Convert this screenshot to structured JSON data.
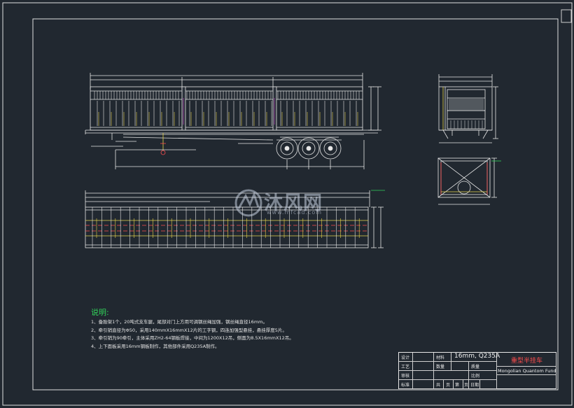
{
  "notes": {
    "title": "说明:",
    "lines": [
      "1、备胎架1个，20吨式支车腿，尾部对门上方用可调钢丝绳加强，钢丝绳直径16mm。",
      "2、牵引销直径为Φ50，采用140mmX16mmX12片的工字钢，四连加强型悬挂，悬挂厚度5片。",
      "3、牵引销为90牵引，主体采用ZH2-64钢板焊接，中间为1200X12吊，侧面为8.5X16mmX12吊。",
      "4、上下面板采用16mm钢板制作，其他部件采用Q235A制作。"
    ]
  },
  "title_block": {
    "design_label": "设计",
    "process_label": "工艺",
    "review_label": "审核",
    "std_label": "标准",
    "material_label": "材料",
    "material_value": "16mm, Q235A",
    "qty_label": "数量",
    "weight_label": "质量",
    "scale_label": "比例",
    "sheets": "共",
    "sheet_no": "第",
    "date_label": "日期",
    "page_word_1": "页",
    "page_word_2": "页",
    "drawing_name": "重型半挂车",
    "company": "Mongolian Quantom Fund"
  },
  "watermark": {
    "text": "沐风网",
    "url": "www.mfcad.com"
  },
  "colors": {
    "background": "#212830",
    "line": "#e6e6e6",
    "green": "#32d25a",
    "red": "#ff4d4d",
    "yellow": "#e6d24a",
    "magenta": "#d04ad0"
  }
}
